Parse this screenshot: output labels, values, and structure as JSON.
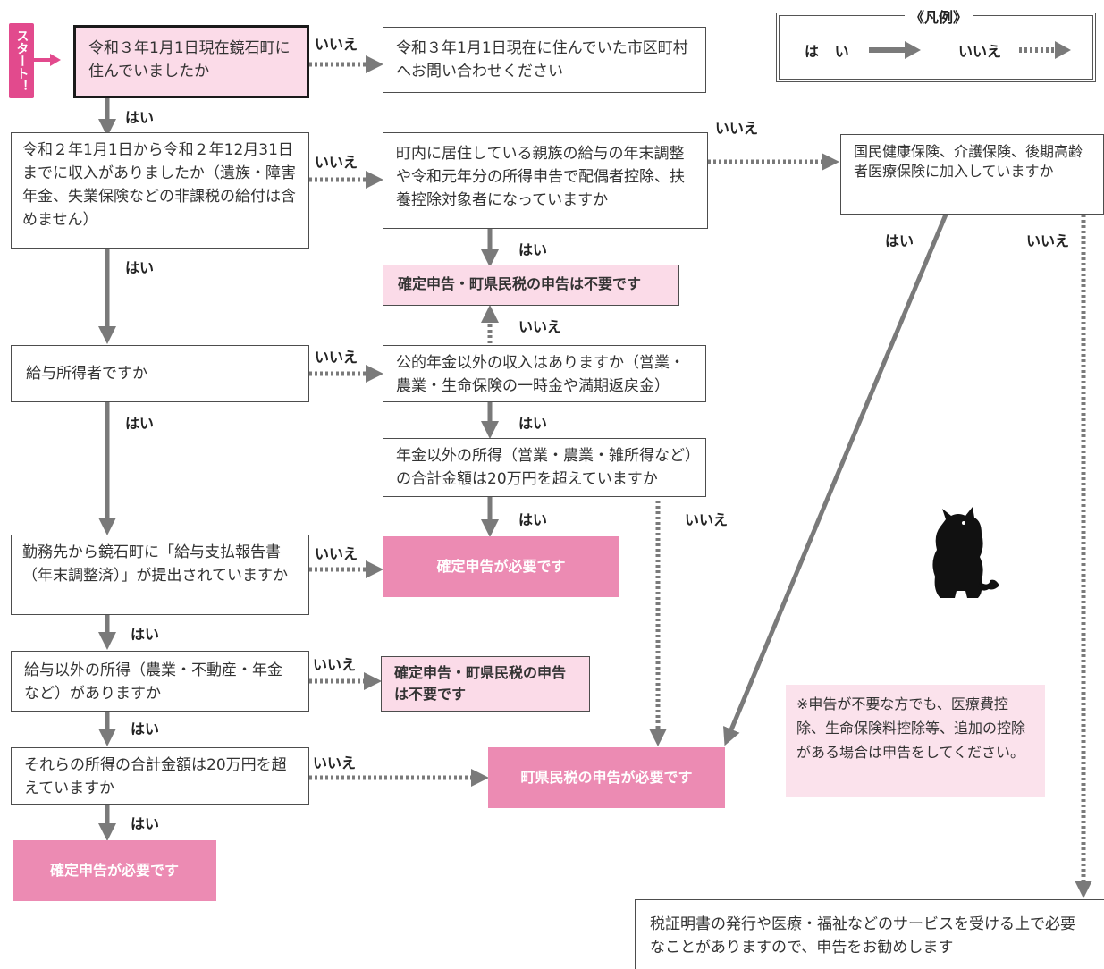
{
  "start_tab": "スタート！",
  "legend": {
    "title": "《凡例》",
    "yes": "は い",
    "no": "いいえ"
  },
  "labels": {
    "yes": "はい",
    "no": "いいえ"
  },
  "questions": {
    "q1": "令和３年1月1日現在鏡石町に住んでいましたか",
    "q2": "令和２年1月1日から令和２年12月31日までに収入がありましたか（遺族・障害年金、失業保険などの非課税の給付は含めません）",
    "q3": "給与所得者ですか",
    "q4": "勤務先から鏡石町に「給与支払報告書（年末調整済）」が提出されていますか",
    "q5": "給与以外の所得（農業・不動産・年金など）がありますか",
    "q6": "それらの所得の合計金額は20万円を超えていますか",
    "r1": "令和３年1月1日現在に住んでいた市区町村へお問い合わせください",
    "r2": "町内に居住している親族の給与の年末調整や令和元年分の所得申告で配偶者控除、扶養控除対象者になっていますか",
    "r3": "国民健康保険、介護保険、後期高齢者医療保険に加入していますか",
    "r4": "公的年金以外の収入はありますか（営業・農業・生命保険の一時金や満期返戻金）",
    "r5": "年金以外の所得（営業・農業・雑所得など）の合計金額は20万円を超えていますか",
    "r6": "税証明書の発行や医療・福祉などのサービスを受ける上で必要なことがありますので、申告をお勧めします"
  },
  "outcomes": {
    "not_needed_1": "確定申告・町県民税の申告は不要です",
    "not_needed_2": "確定申告・町県民税の申告は不要です",
    "kakutei_1": "確定申告が必要です",
    "kakutei_2": "確定申告が必要です",
    "chokenmin": "町県民税の申告が必要です"
  },
  "note": "※申告が不要な方でも、医療費控除、生命保険料控除等、追加の控除がある場合は申告をしてください。",
  "colors": {
    "arrow": "#7a7a7a",
    "pink_fill": "#ec8bb3",
    "pink_light": "#fbdbe8",
    "start": "#e24a8d",
    "border": "#4d4d4d"
  },
  "icons": {
    "mascot": "cow-mascot-silhouette"
  }
}
